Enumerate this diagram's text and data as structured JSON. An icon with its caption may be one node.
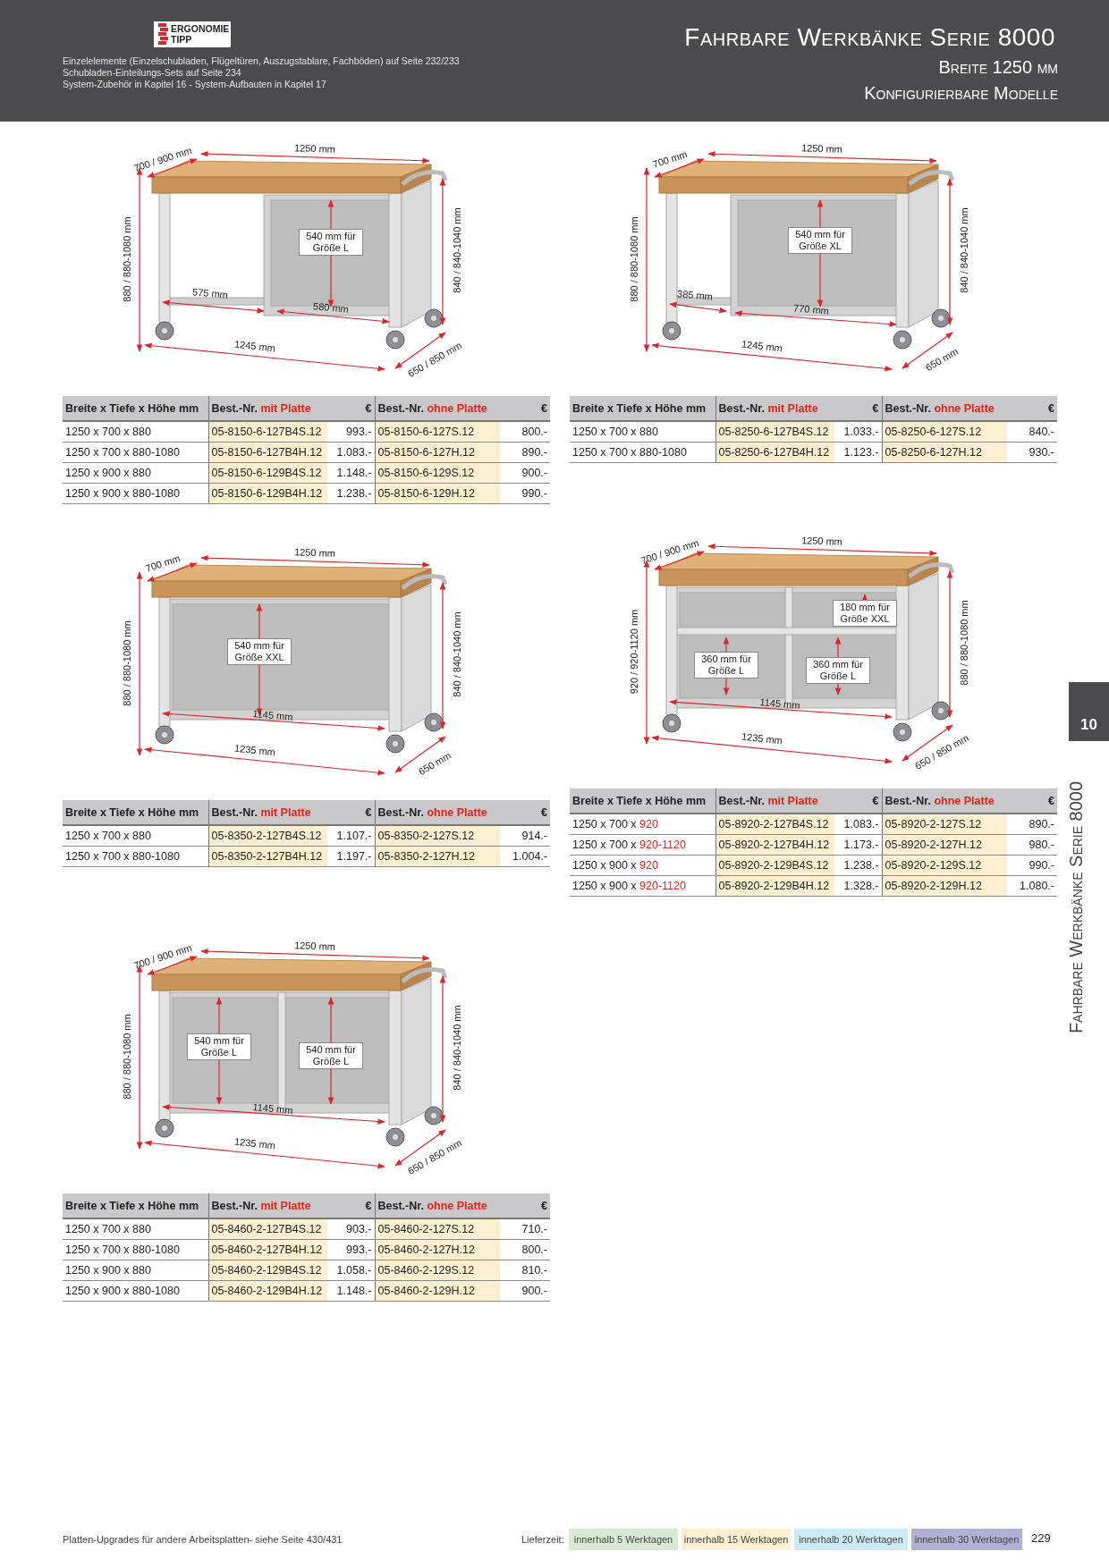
{
  "diagram": {
    "title": "Fahrbare Werkbänke Serie 8000",
    "labels": [
      "ERGONOMIE TIPP",
      "Einzelelemente (Einzelschubladen, Flügeltüren, Auszugstablare, Fachböden) auf Seite 232/233",
      "Schubladen-Einteilungs-Sets auf Seite 234",
      "System-Zubehör in Kapitel 16 -  System-Aufbauten in Kapitel 17",
      "Breite 1250 mm",
      "Konfigurierbare Modelle",
      "700 / 900 mm",
      "1250 mm",
      "880 / 880-1080 mm",
      "840 / 840-1040 mm",
      "540 mm für Größe L",
      "575 mm",
      "580 mm",
      "1245 mm",
      "650 / 850 mm",
      "Breite x Tiefe x Höhe mm",
      "Best.-Nr. *mit Platte*",
      "€",
      "Best.-Nr. *ohne Platte*",
      "€",
      "1250 x 700 x 880",
      "05-8150-6-127B4S.12",
      "993.-",
      "05-8150-6-127S.12",
      "800.-",
      "1250 x 700 x 880-1080",
      "05-8150-6-127B4H.12",
      "1.083.-",
      "05-8150-6-127H.12",
      "890.-",
      "1250 x 900 x 880",
      "05-8150-6-129B4S.12",
      "1.148.-",
      "05-8150-6-129S.12",
      "900.-",
      "1250 x 900 x 880-1080",
      "05-8150-6-129B4H.12",
      "1.238.-",
      "05-8150-6-129H.12",
      "990.-",
      "700 mm",
      "1250 mm",
      "880 / 880-1080 mm",
      "840 / 840-1040 mm",
      "540 mm für Größe XL",
      "385 mm",
      "770 mm",
      "1245 mm",
      "650 mm",
      "Breite x Tiefe x Höhe mm",
      "Best.-Nr. *mit Platte*",
      "€",
      "Best.-Nr. *ohne Platte*",
      "€",
      "1250 x 700 x 880",
      "05-8250-6-127B4S.12",
      "1.033.-",
      "05-8250-6-127S.12",
      "840.-",
      "1250 x 700 x 880-1080",
      "05-8250-6-127B4H.12",
      "1.123.-",
      "05-8250-6-127H.12",
      "930.-",
      "700 mm",
      "1250 mm",
      "880 / 880-1080 mm",
      "840 / 840-1040 mm",
      "540 mm für Größe XXL",
      "1145 mm",
      "1235 mm",
      "650 mm",
      "Breite x Tiefe x Höhe mm",
      "Best.-Nr. *mit Platte*",
      "€",
      "Best.-Nr. *ohne Platte*",
      "€",
      "1250 x 700 x 880",
      "05-8350-2-127B4S.12",
      "1.107.-",
      "05-8350-2-127S.12",
      "914.-",
      "1250 x 700 x 880-1080",
      "05-8350-2-127B4H.12",
      "1.197.-",
      "05-8350-2-127H.12",
      "1.004.-",
      "700 / 900 mm",
      "1250 mm",
      "920 / 920-1120 mm",
      "880 / 880-1080 mm",
      "180 mm für Größe XXL",
      "360 mm für Größe L",
      "360 mm für Größe L",
      "1145 mm",
      "1235 mm",
      "650 / 850 mm",
      "Breite x Tiefe x Höhe mm",
      "Best.-Nr. *mit Platte*",
      "€",
      "Best.-Nr. *ohne Platte*",
      "€",
      "1250 x 700 x *920*",
      "05-8920-2-127B4S.12",
      "1.083.-",
      "05-8920-2-127S.12",
      "890.-",
      "1250 x 700 x *920-1120*",
      "05-8920-2-127B4H.12",
      "1.173.-",
      "05-8920-2-127H.12",
      "980.-",
      "1250 x 900 x *920*",
      "05-8920-2-129B4S.12",
      "1.238.-",
      "05-8920-2-129S.12",
      "990.-",
      "1250 x 900 x *920-1120*",
      "05-8920-2-129B4H.12",
      "1.328.-",
      "05-8920-2-129H.12",
      "1.080.-",
      "700 / 900 mm",
      "1250 mm",
      "880 / 880-1080 mm",
      "840 / 840-1040 mm",
      "540 mm für Größe L",
      "540 mm für Größe L",
      "1145 mm",
      "1235 mm",
      "650 / 850 mm",
      "Breite x Tiefe x Höhe mm",
      "Best.-Nr. *mit Platte*",
      "€",
      "Best.-Nr. *ohne Platte*",
      "€",
      "1250 x 700 x 880",
      "05-8460-2-127B4S.12",
      "903.-",
      "05-8460-2-127S.12",
      "710.-",
      "1250 x 700 x 880-1080",
      "05-8460-2-127B4H.12",
      "993.-",
      "05-8460-2-127H.12",
      "800.-",
      "1250 x 900 x 880",
      "05-8460-2-129B4S.12",
      "1.058.-",
      "05-8460-2-129S.12",
      "810.-",
      "1250 x 900 x 880-1080",
      "05-8460-2-129B4H.12",
      "1.148.-",
      "05-8460-2-129H.12",
      "900.-",
      "10",
      "Fahrbare Werkbänke Serie 8000",
      "Platten-Upgrades für andere Arbeitsplatten- siehe Seite 430/431",
      "Lieferzeit:",
      "229"
    ],
    "legend": [
      {
        "text": "innerhalb 5 Werktagen",
        "color": "#d9ead3"
      },
      {
        "text": "innerhalb 15 Werktagen",
        "color": "#fdf0d0"
      },
      {
        "text": "innerhalb 20 Werktagen",
        "color": "#cdeaf7"
      },
      {
        "text": "innerhalb 30 Werktagen",
        "color": "#b1b1d6"
      }
    ]
  }
}
